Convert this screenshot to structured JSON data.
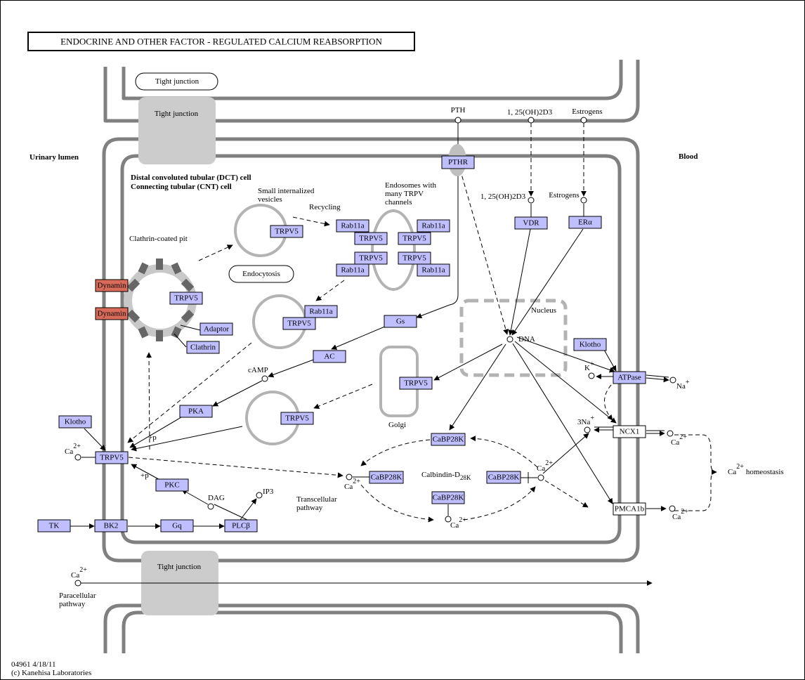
{
  "title": "ENDOCRINE AND OTHER FACTOR - REGULATED CALCIUM REABSORPTION",
  "footer": {
    "code": "04961 4/18/11",
    "copyright": "(c) Kanehisa Laboratories"
  },
  "colors": {
    "gene_fill": "#bfbfff",
    "highlight_fill": "#d96b5a",
    "membrane": "#808080",
    "vesicle": "#b3b3b3",
    "junction": "#cccccc"
  },
  "regions": {
    "urinary_lumen": "Urinary lumen",
    "blood": "Blood",
    "cell_line1": "Distal convoluted tubular (DCT) cell",
    "cell_line2": "Connecting tubular (CNT) cell",
    "nucleus": "Nucleus",
    "golgi": "Golgi",
    "endocytosis": "Endocytosis",
    "clathrin_pit": "Clathrin-coated pit",
    "small_vesicles_1": "Small internalized",
    "small_vesicles_2": "vesicles",
    "recycling": "Recycling",
    "endosomes_1": "Endosomes with",
    "endosomes_2": "many TRPV",
    "endosomes_3": "channels",
    "tight_junction_top_label": "Tight junction",
    "tight_junction_upper": "Tight junction",
    "tight_junction_lower": "Tight junction",
    "transcellular_1": "Transcellular",
    "transcellular_2": "pathway",
    "paracellular_1": "Paracellular",
    "paracellular_2": "pathway",
    "calbindin": "Calbindin-D",
    "calbindin_sub": "28K",
    "homeostasis": "homeostasis"
  },
  "genes": {
    "pthr": "PTHR",
    "vdr": "VDR",
    "era": "ERα",
    "rab11a_1": "Rab11a",
    "rab11a_2": "Rab11a",
    "rab11a_3": "Rab11a",
    "rab11a_4": "Rab11a",
    "rab11a_5": "Rab11a",
    "trpv5_vesicle": "TRPV5",
    "trpv5_endo_1": "TRPV5",
    "trpv5_endo_2": "TRPV5",
    "trpv5_endo_3": "TRPV5",
    "trpv5_endo_4": "TRPV5",
    "trpv5_pit": "TRPV5",
    "trpv5_newves": "TRPV5",
    "trpv5_golgi": "TRPV5",
    "trpv5_ves2": "TRPV5",
    "trpv5_membrane": "TRPV5",
    "dynamin_1": "Dynamin",
    "dynamin_2": "Dynamin",
    "adaptor": "Adaptor",
    "clathrin": "Clathrin",
    "gs": "Gs",
    "ac": "AC",
    "pka": "PKA",
    "pkc": "PKC",
    "klotho_left": "Klotho",
    "klotho_right": "Klotho",
    "tk": "TK",
    "bk2": "BK2",
    "gq": "Gq",
    "plcb": "PLCβ",
    "atpase": "ATPase",
    "ncx1": "NCX1",
    "pmca1b": "PMCA1b",
    "cabp_top": "CaBP28K",
    "cabp_left": "CaBP28K",
    "cabp_right": "CaBP28K",
    "cabp_mid": "CaBP28K"
  },
  "compounds": {
    "pth": "PTH",
    "vitd_ext": "1, 25(OH)2D3",
    "estrogens_ext": "Estrogens",
    "vitd_int": "1, 25(OH)2D3",
    "estrogens_int": "Estrogens",
    "dna": "DNA",
    "camp": "cAMP",
    "dag": "DAG",
    "ip3": "IP3",
    "ca_left": "Ca",
    "ca_mid": "Ca",
    "ca_bottom": "Ca",
    "ca_right": "Ca",
    "ca_ncx": "Ca",
    "ca_pmca": "Ca",
    "ca_para": "Ca",
    "ca_homeo": "Ca",
    "ca_sup": "2+",
    "k": "K",
    "k_sup": "+",
    "na": "Na",
    "na_sup": "+",
    "na3": "3Na",
    "na3_sup": "+",
    "plus_p_1": "+p",
    "plus_p_2": "+p"
  }
}
